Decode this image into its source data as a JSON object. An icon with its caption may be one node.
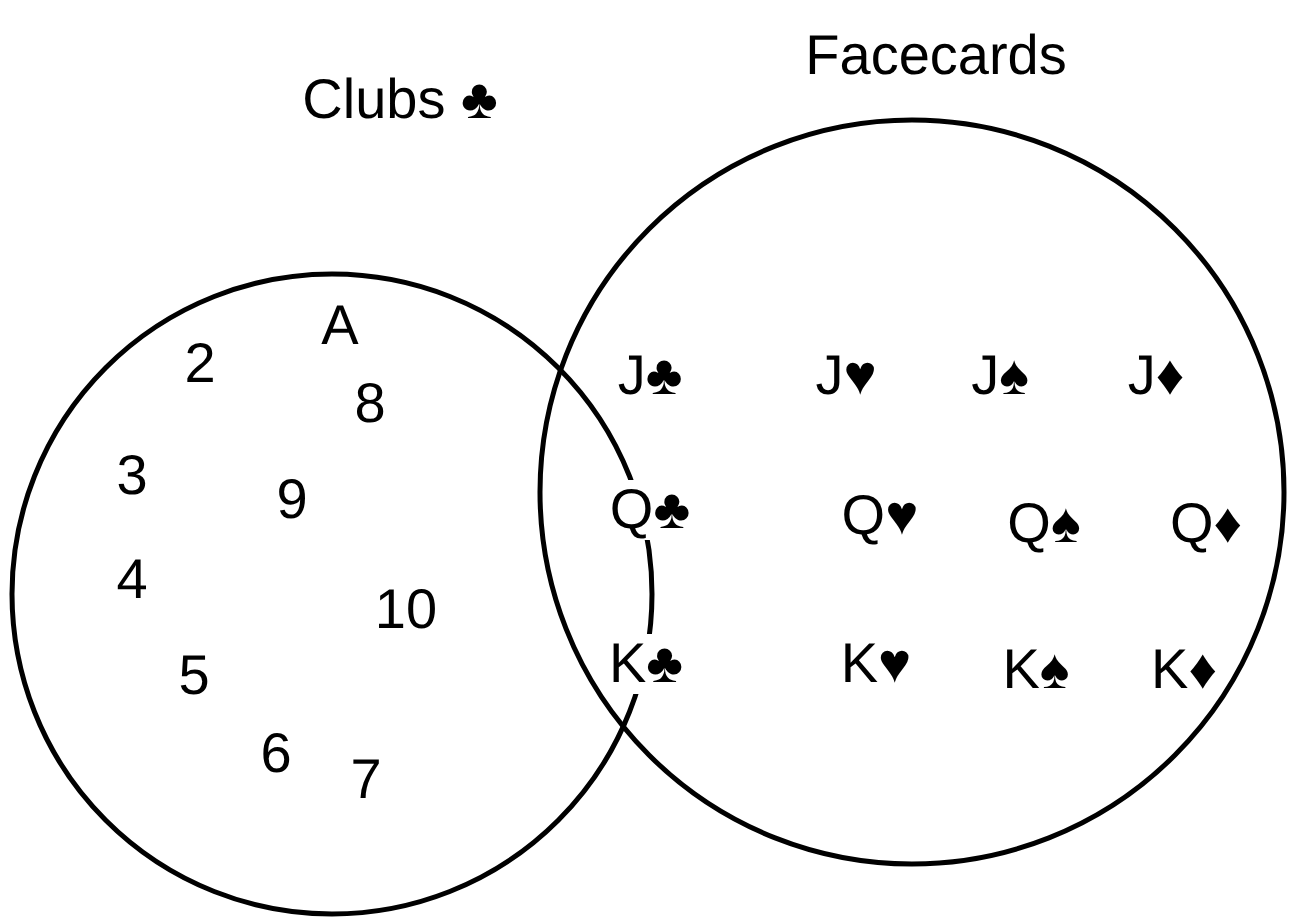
{
  "diagram": {
    "nodes": [
      {
        "text": [
          "Clubs ♣"
        ]
      },
      {
        "text": [
          "Facecards"
        ]
      }
    ],
    "labels": [
      "A",
      "2",
      "8",
      "J♣",
      "J♥",
      "J♠",
      "J♦",
      "3",
      "9",
      "Q♣",
      "Q♥",
      "Q♠",
      "Q♦",
      "4",
      "10",
      "5",
      "K♣",
      "K♥",
      "K♠",
      "K♦",
      "6",
      "7"
    ]
  }
}
